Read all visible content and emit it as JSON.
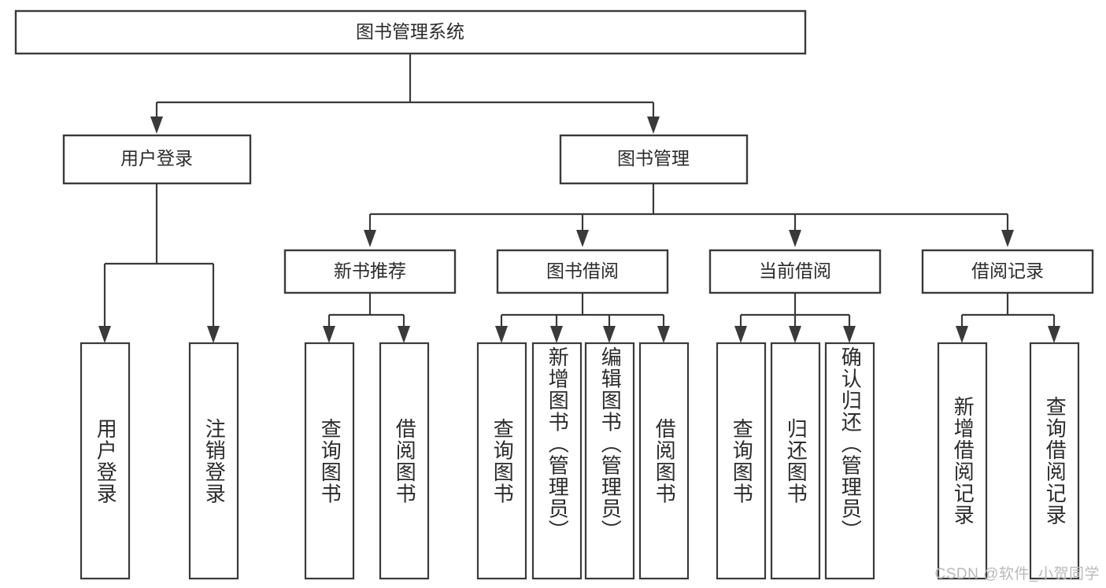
{
  "diagram": {
    "type": "tree-hierarchy",
    "title": "图书管理系统",
    "orientation": "top-down",
    "colors": {
      "box_stroke": "#3a3a3a",
      "box_fill": "#ffffff",
      "text": "#2b2b2b",
      "connector": "#3a3a3a",
      "watermark": "#b9b9b9",
      "background": "#ffffff"
    },
    "root": {
      "label": "图书管理系统"
    },
    "level2": [
      {
        "label": "用户登录"
      },
      {
        "label": "图书管理"
      }
    ],
    "level3": [
      {
        "label": "新书推荐"
      },
      {
        "label": "图书借阅"
      },
      {
        "label": "当前借阅"
      },
      {
        "label": "借阅记录"
      }
    ],
    "leaves": {
      "user_login": [
        {
          "label": "用户登录"
        },
        {
          "label": "注销登录"
        }
      ],
      "new_book_recommend": [
        {
          "label": "查询图书"
        },
        {
          "label": "借阅图书"
        }
      ],
      "book_borrow": [
        {
          "label": "查询图书"
        },
        {
          "label": "新增图书（管理员）"
        },
        {
          "label": "编辑图书（管理员）"
        },
        {
          "label": "借阅图书"
        }
      ],
      "current_borrow": [
        {
          "label": "查询图书"
        },
        {
          "label": "归还图书"
        },
        {
          "label": "确认归还（管理员）"
        }
      ],
      "borrow_record": [
        {
          "label": "新增借阅记录"
        },
        {
          "label": "查询借阅记录"
        }
      ]
    },
    "watermark": "CSDN @软件_小贺同学"
  }
}
